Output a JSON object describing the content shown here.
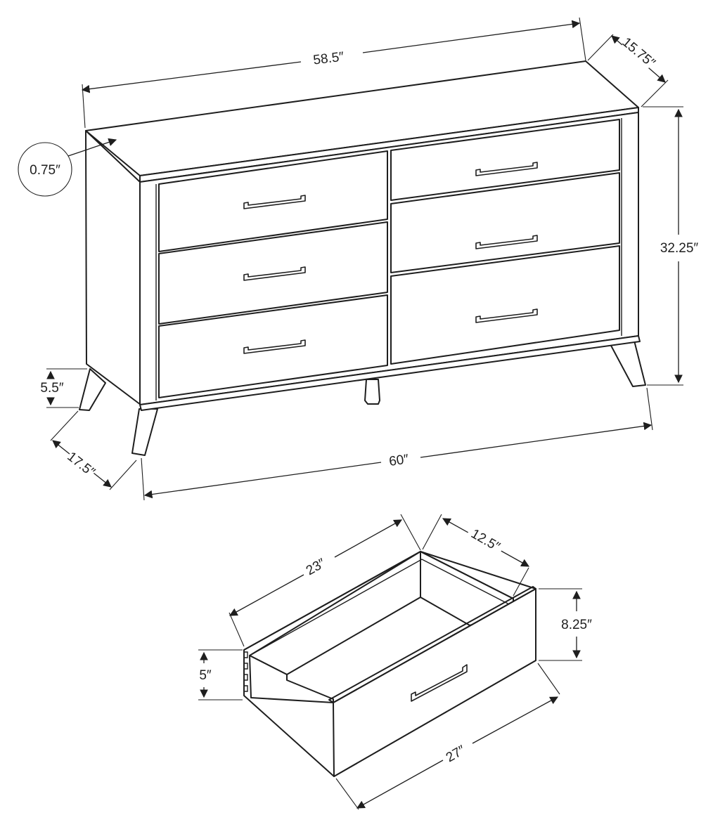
{
  "diagram": {
    "dresser": {
      "width_top": "58.5″",
      "depth_top": "15.75″",
      "top_thickness": "0.75″",
      "height": "32.25″",
      "leg_height": "5.5″",
      "depth_base": "17.5″",
      "width_base": "60″",
      "drawer_count": 6
    },
    "drawer": {
      "inner_length": "23″",
      "inner_depth": "12.5″",
      "front_height": "8.25″",
      "side_height": "5″",
      "front_width": "27″"
    }
  }
}
